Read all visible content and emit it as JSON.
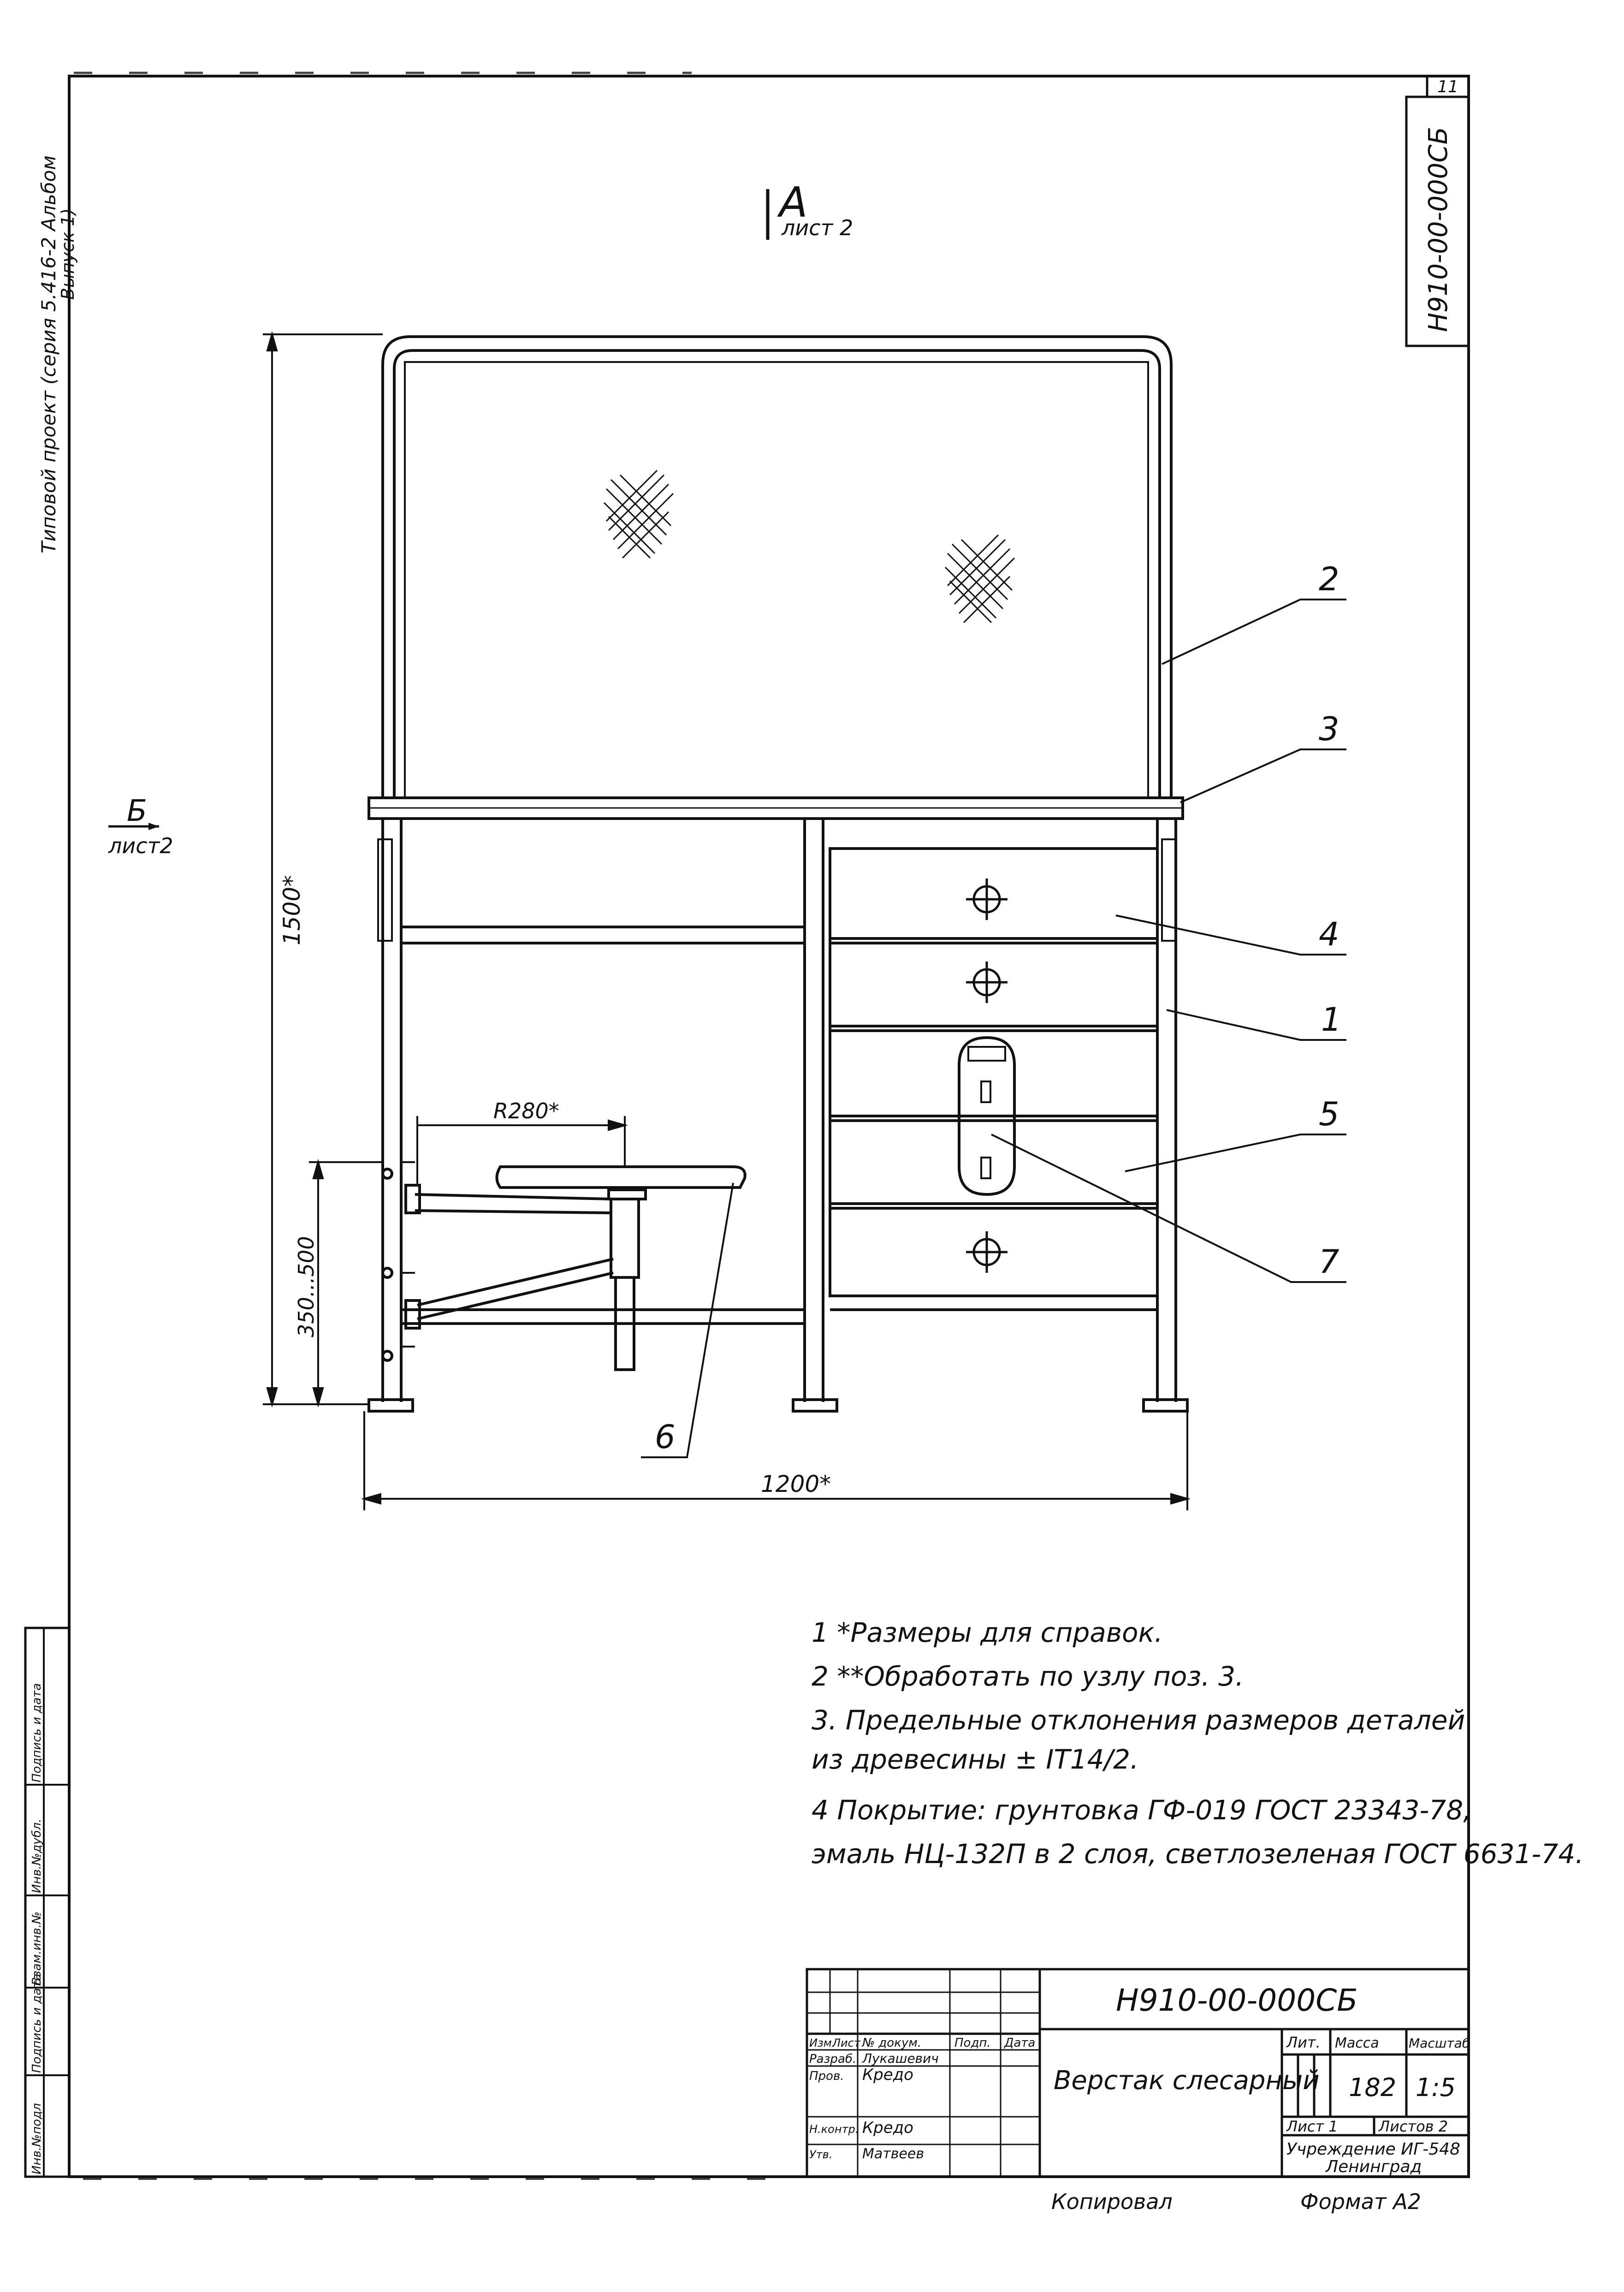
{
  "sheet_number": "11",
  "doc_code_side": "Н910-00-000СБ",
  "left_margin_note_line1": "Типовой проект (серия 5.416-2  Альбом",
  "left_margin_note_line2": "Выпуск 1)",
  "left_stamp_columns": [
    "Инв.№подл",
    "Подпись и дата",
    "Взам.инв.№",
    "Инв.№дубл.",
    "Подпись и дата"
  ],
  "view_a": {
    "letter": "А",
    "sheet_ref": "лист 2"
  },
  "view_b": {
    "letter": "Б",
    "sheet_ref": "лист2"
  },
  "callouts": [
    "1",
    "2",
    "3",
    "4",
    "5",
    "6",
    "7"
  ],
  "dimensions": {
    "height": "1500*",
    "seat_height": "350...500",
    "radius": "R280*",
    "width": "1200*"
  },
  "notes": [
    "1 *Размеры для справок.",
    "2 **Обработать по узлу поз. 3.",
    "3. Предельные отклонения размеров деталей",
    "из древесины ± IT14/2.",
    "4 Покрытие: грунтовка ГФ-019 ГОСТ 23343-78,",
    "эмаль НЦ-132П в 2 слоя, светлозеленая ГОСТ 6631-74."
  ],
  "title_block": {
    "designation": "Н910-00-000СБ",
    "name": "Верстак слесарный",
    "head_cols": [
      "Изм.",
      "Лист",
      "№ докум.",
      "Подп.",
      "Дата"
    ],
    "rows": [
      {
        "role": "Разраб.",
        "person": "Лукашевич"
      },
      {
        "role": "Пров.",
        "person": "Кредо"
      },
      {
        "role": "Н.контр.",
        "person": "Кредо"
      },
      {
        "role": "Утв.",
        "person": "Матвеев"
      }
    ],
    "lit_label": "Лит.",
    "mass_label": "Масса",
    "scale_label": "Масштаб",
    "mass": "182",
    "scale": "1:5",
    "sheet_label": "Лист 1",
    "sheets_label": "Листов 2",
    "org_line1": "Учреждение ИГ-548",
    "org_line2": "Ленинград"
  },
  "copied_label": "Копировал",
  "format_label": "Формат А2"
}
